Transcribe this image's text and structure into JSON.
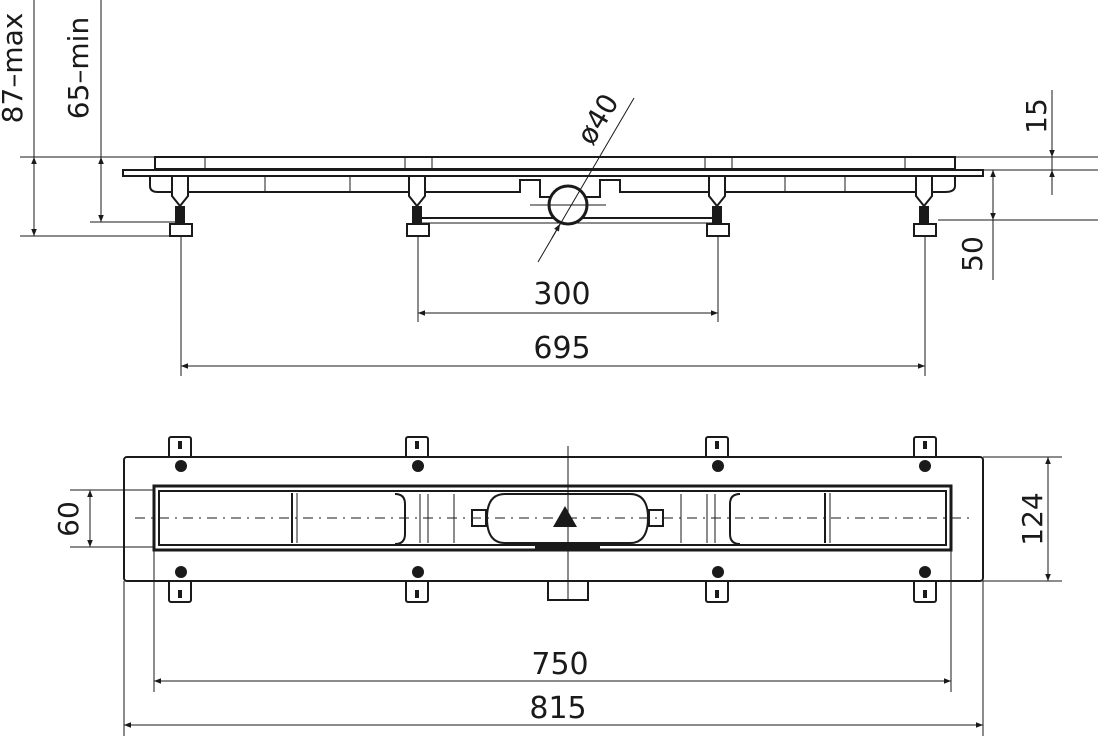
{
  "dimensions": {
    "height_max": "87–max",
    "height_min": "65–min",
    "pipe_diameter": "ø40",
    "grate_height": "15",
    "foot_height": "50",
    "inner_feet_spacing": "300",
    "outer_feet_spacing": "695",
    "channel_width": "60",
    "flange_width": "124",
    "channel_length": "750",
    "overall_length": "815"
  }
}
